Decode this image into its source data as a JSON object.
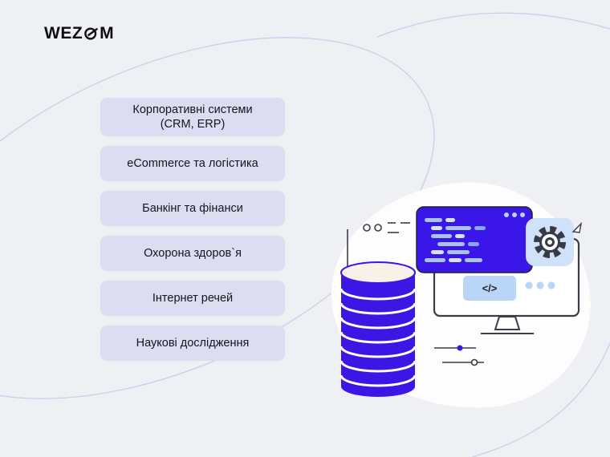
{
  "logo": {
    "text": "WEZOM",
    "left": "WEZ",
    "right": "M"
  },
  "industries": [
    {
      "label": "Корпоративні системи\n(CRM, ERP)"
    },
    {
      "label": "eCommerce та логістика"
    },
    {
      "label": "Банкінг та фінанси"
    },
    {
      "label": "Охорона здоров`я"
    },
    {
      "label": "Інтернет речей"
    },
    {
      "label": "Наукові дослідження"
    }
  ],
  "illustration": {
    "code_tag": "</>"
  },
  "palette": {
    "background": "#eef0f3",
    "card_lavender": "#dcddf1",
    "accent_indigo": "#3b16e4",
    "light_blue": "#b9d6f7",
    "ink": "#15151e",
    "curve": "#c8c8ea"
  }
}
